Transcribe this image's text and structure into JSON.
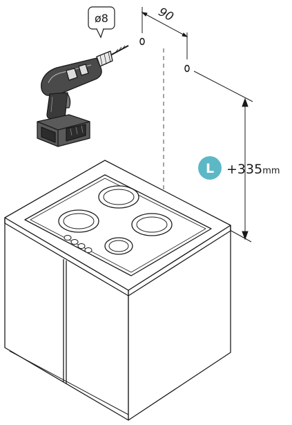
{
  "drill_bit_label": "ø8",
  "hole_spacing_label": "90",
  "height_label": {
    "badge": "L",
    "value": "+335",
    "unit": "mm"
  },
  "colors": {
    "badge": "#5db8c6",
    "line": "#1a1a1a"
  }
}
